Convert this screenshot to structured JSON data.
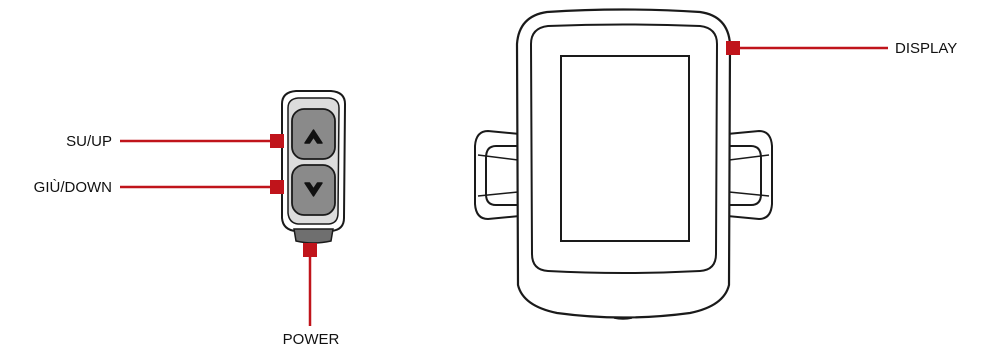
{
  "labels": {
    "up": "SU/UP",
    "down": "GIÙ/DOWN",
    "power": "POWER",
    "display": "DISPLAY"
  },
  "colors": {
    "callout": "#c0141b",
    "outline": "#1a1a1a",
    "button_fill": "#8a8a8a",
    "button_bezel": "#d9d9d9"
  }
}
